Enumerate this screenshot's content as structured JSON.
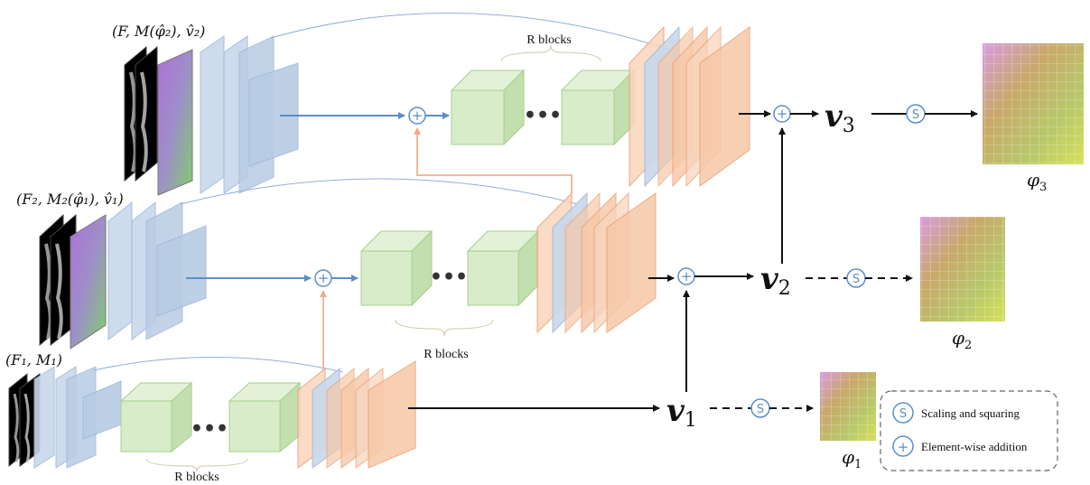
{
  "inputs": {
    "level3": "(F, M(φ̂₂), v̂₂)",
    "level2": "(F₂, M₂(φ̂₁), v̂₁)",
    "level1": "(F₁, M₁)"
  },
  "rblocks": {
    "top": "R blocks",
    "mid": "R blocks",
    "bottom": "R blocks"
  },
  "velocity": {
    "v3": {
      "base": "v",
      "sub": "3"
    },
    "v2": {
      "base": "v",
      "sub": "2"
    },
    "v1": {
      "base": "v",
      "sub": "1"
    }
  },
  "phi": {
    "phi3": {
      "base": "φ",
      "sub": "3"
    },
    "phi2": {
      "base": "φ",
      "sub": "2"
    },
    "phi1": {
      "base": "φ",
      "sub": "1"
    }
  },
  "ops": {
    "scaling_symbol": "S",
    "add_symbol": "+"
  },
  "legend": {
    "scaling": "Scaling and squaring",
    "addition": "Element-wise addition"
  },
  "colors": {
    "encoder": "#c8d8ec",
    "encoder_stroke": "#9fb8d8",
    "decoder": "#f6c8a8",
    "decoder_stroke": "#ec9c6c",
    "rblock": "#d9ecc9",
    "rblock_stroke": "#a6cf8f",
    "arrow": "#5b8ec6",
    "skip": "#f4b89a"
  }
}
